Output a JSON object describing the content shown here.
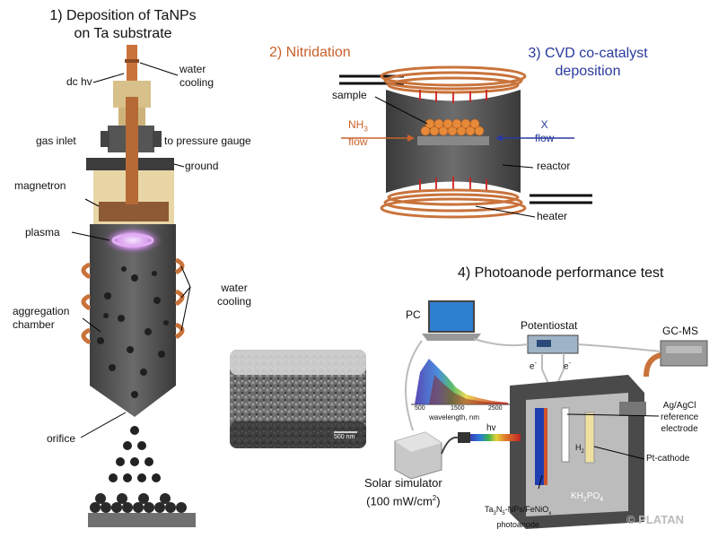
{
  "section1": {
    "title_line1": "1) Deposition of TaNPs",
    "title_line2": "on Ta substrate",
    "labels": {
      "dc_hv": "dc hv",
      "water_cooling_top_1": "water",
      "water_cooling_top_2": "cooling",
      "gas_inlet": "gas inlet",
      "pressure_gauge": "to pressure gauge",
      "ground": "ground",
      "magnetron": "magnetron",
      "plasma": "plasma",
      "water_cooling_side_1": "water",
      "water_cooling_side_2": "cooling",
      "aggregation_1": "aggregation",
      "aggregation_2": "chamber",
      "orifice": "orifice"
    }
  },
  "section2": {
    "title": "2) Nitridation",
    "sample": "sample",
    "nh3": "NH",
    "nh3_sub": "3",
    "nh3_flow": "flow",
    "reactor": "reactor",
    "heater": "heater"
  },
  "section3": {
    "title_line1": "3) CVD co-catalyst",
    "title_line2": "deposition",
    "x": "X",
    "x_flow": "flow"
  },
  "sem": {
    "scale_bar": "500 nm"
  },
  "section4": {
    "title": "4) Photoanode performance test",
    "pc": "PC",
    "potentiostat": "Potentiostat",
    "gcms": "GC-MS",
    "electron": "e",
    "electron_sup": "-",
    "spectrum_ticks": [
      "500",
      "1500",
      "2500"
    ],
    "spectrum_xlabel": "wavelength, nm",
    "hv": "hv",
    "ref_1": "Ag/AgCl",
    "ref_2": "reference",
    "ref_3": "electrode",
    "h2": "H",
    "h2_sub": "2",
    "pt_cathode": "Pt-cathode",
    "solar_1": "Solar simulator",
    "solar_2": "(100 mW/cm",
    "solar_sup": "2",
    "solar_close": ")",
    "electrolyte": "KH",
    "electrolyte_sub1": "2",
    "electrolyte_mid": "PO",
    "electrolyte_sub2": "4",
    "photoanode_1a": "Ta",
    "photoanode_1b": "3",
    "photoanode_1c": "N",
    "photoanode_1d": "5",
    "photoanode_1e": "-NPs/FeNiO",
    "photoanode_1f": "x",
    "photoanode_2": "photoanode"
  },
  "watermark": "© PLATAN",
  "colors": {
    "orange": "#c8612b",
    "blue": "#2a3a9c",
    "copper": "#c9733b",
    "chamber": "#5a5a5a",
    "plasma": "#c77dd9"
  }
}
